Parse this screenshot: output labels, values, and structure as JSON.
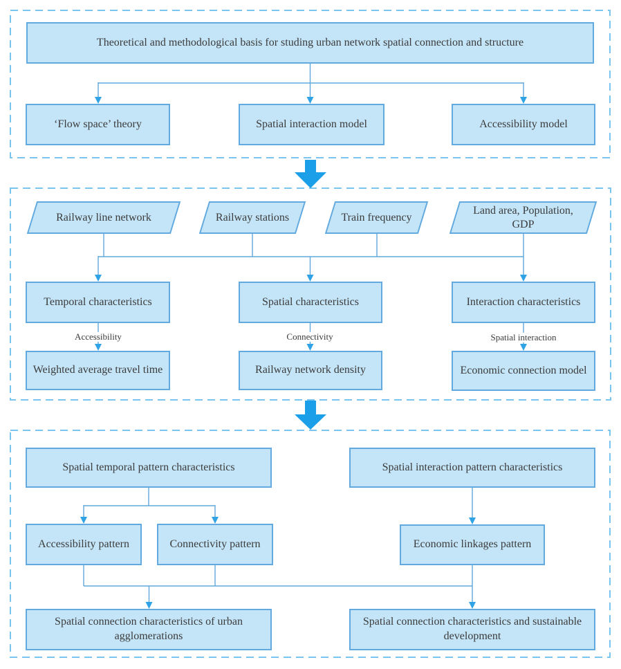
{
  "colors": {
    "box_fill": "#c4e5f8",
    "box_border": "#61a9de",
    "connector_line": "#5fa8dc",
    "arrowhead": "#2fa3e6",
    "big_arrow": "#1b9fe8",
    "dashed_frame": "#7ac4f0",
    "text": "#3b3b3b"
  },
  "section1": {
    "title_box": "Theoretical and methodological basis for studing urban network spatial connection and structure",
    "boxes": [
      "‘Flow space’ theory",
      "Spatial interaction model",
      "Accessibility model"
    ]
  },
  "section2": {
    "inputs": [
      "Railway line network",
      "Railway stations",
      "Train frequency",
      "Land area, Population, GDP"
    ],
    "characteristics": [
      "Temporal characteristics",
      "Spatial characteristics",
      "Interaction characteristics"
    ],
    "arrow_labels": [
      "Accessibility",
      "Connectivity",
      "Spatial interaction"
    ],
    "methods": [
      "Weighted average travel time",
      "Railway network density",
      "Economic connection model"
    ]
  },
  "section3": {
    "top_boxes": [
      "Spatial temporal pattern characteristics",
      "Spatial interaction pattern characteristics"
    ],
    "pattern_boxes": [
      "Accessibility pattern",
      "Connectivity pattern",
      "Economic linkages pattern"
    ],
    "bottom_boxes": [
      "Spatial connection characteristics of urban agglomerations",
      "Spatial connection characteristics and sustainable development"
    ]
  }
}
